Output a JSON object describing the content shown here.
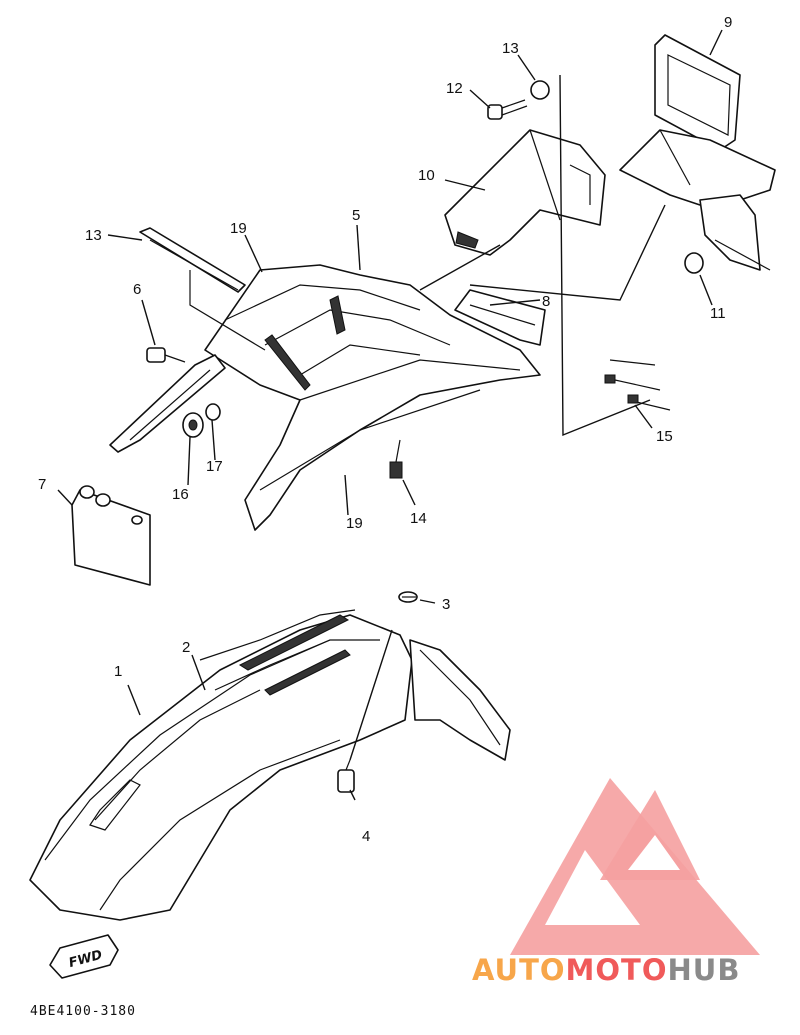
{
  "callouts": [
    "1",
    "2",
    "3",
    "4",
    "5",
    "6",
    "7",
    "8",
    "9",
    "10",
    "11",
    "12",
    "13",
    "13",
    "14",
    "15",
    "16",
    "17",
    "19",
    "19"
  ],
  "fwd_tag": "FWD",
  "diagram_code": "4BE4100-3180",
  "watermark": {
    "word_orange": "AUTO",
    "word_red": "MOTO",
    "word_gray": "HUB",
    "color_orange": "#f7a64a",
    "color_red": "#f05a5a",
    "color_gray": "#8a8a8a",
    "logo_color": "#f5a0a0"
  }
}
